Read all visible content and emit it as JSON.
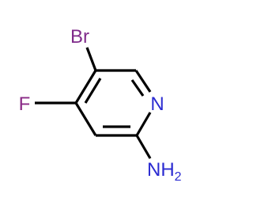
{
  "molecule": {
    "atoms": {
      "br": {
        "label": "Br",
        "color": "#7f2a8a"
      },
      "f": {
        "label": "F",
        "color": "#8a2a86"
      },
      "n": {
        "label": "N",
        "color": "#2b2bd1"
      },
      "nh2": {
        "label": "NH",
        "subscript": "2",
        "color": "#2b2bd1"
      }
    },
    "bond_color": "#000000"
  }
}
